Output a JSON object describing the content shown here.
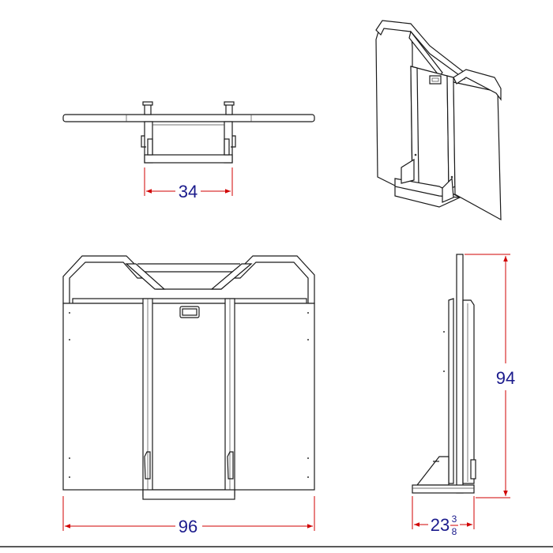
{
  "dimensions": {
    "top_view_width": "34",
    "front_width": "96",
    "side_height": "94",
    "side_depth_whole": "23",
    "side_depth_num": "3",
    "side_depth_den": "8"
  },
  "colors": {
    "dimension_line": "#d00000",
    "dimension_text": "#1a1a8c",
    "outline": "#1a1a1a"
  }
}
